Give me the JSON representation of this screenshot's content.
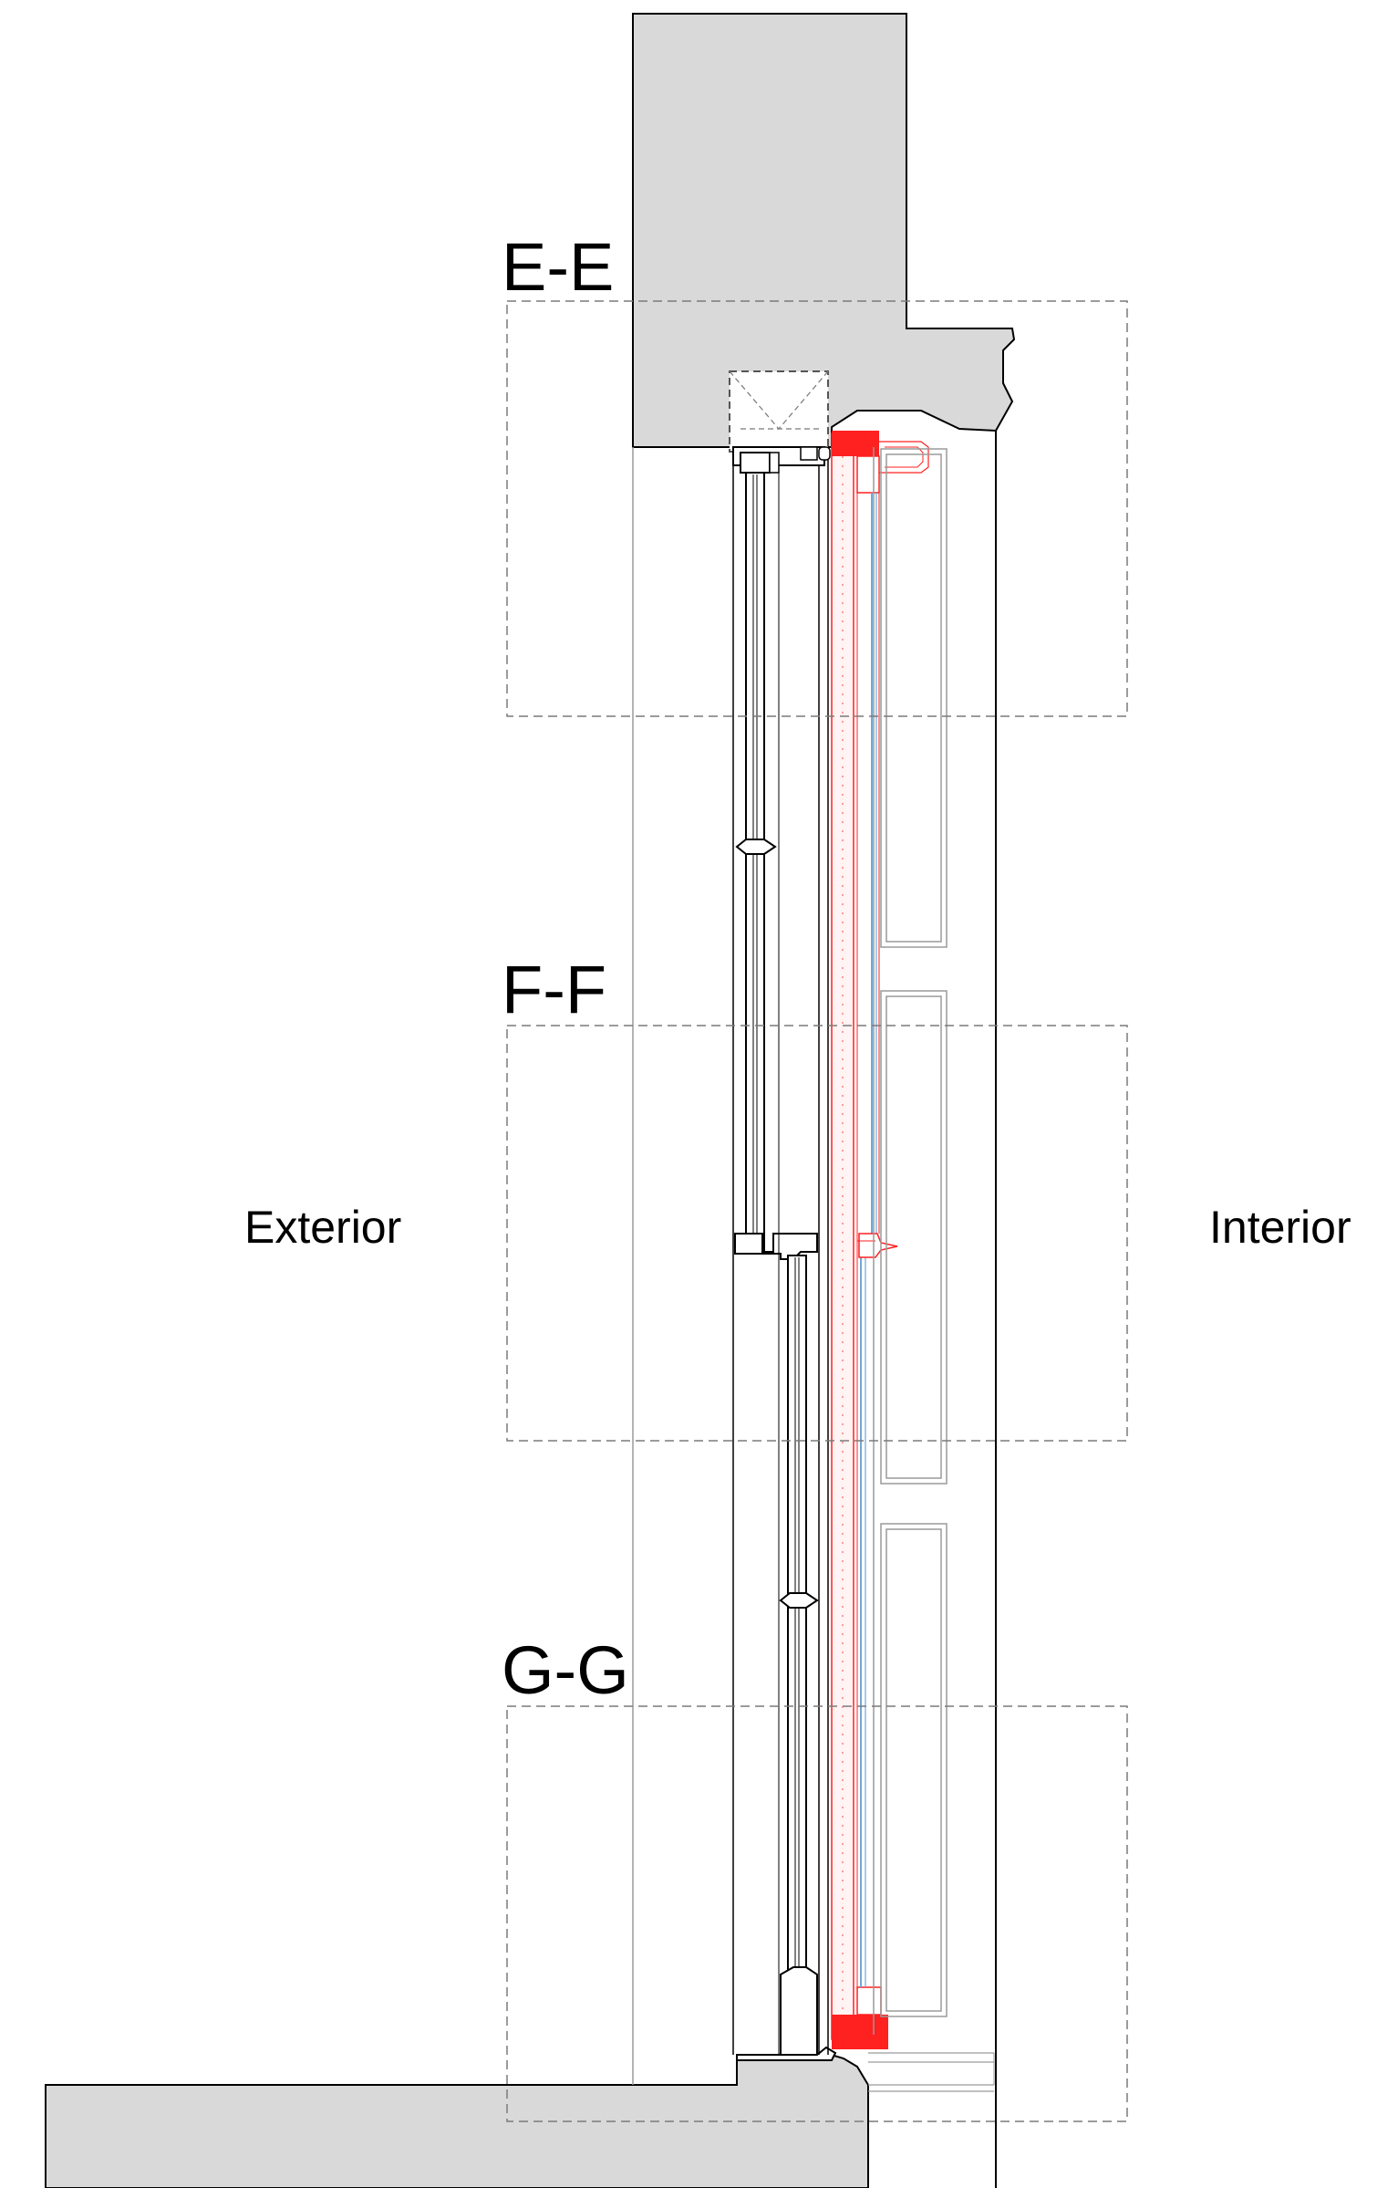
{
  "sections": [
    {
      "id": "E",
      "label": "E-E"
    },
    {
      "id": "F",
      "label": "F-F"
    },
    {
      "id": "G",
      "label": "G-G"
    }
  ],
  "sides": {
    "exterior": "Exterior",
    "interior": "Interior"
  },
  "colors": {
    "masonry_fill": "#d9d9d9",
    "line": "#000000",
    "thin_line": "#9a9a9a",
    "insulation_red": "#ff2020",
    "glazing_blue": "#6fa8dc",
    "detail_box": "#7a7a7a"
  }
}
